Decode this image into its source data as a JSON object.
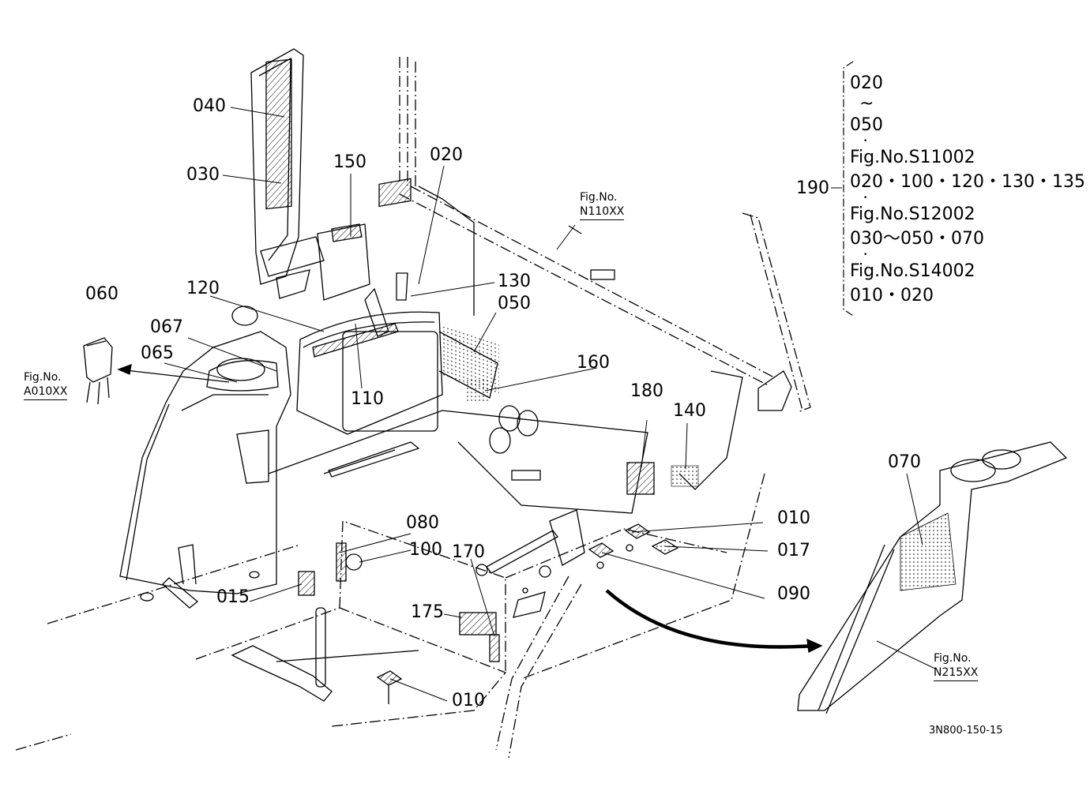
{
  "labels": {
    "p040": "040",
    "p030": "030",
    "p150": "150",
    "p020a": "020",
    "p060": "060",
    "p120": "120",
    "p130": "130",
    "p050": "050",
    "p067": "067",
    "p065": "065",
    "p110": "110",
    "p160": "160",
    "p180": "180",
    "p140": "140",
    "p070": "070",
    "p080": "080",
    "p100": "100",
    "p010a": "010",
    "p017": "017",
    "p015": "015",
    "p170": "170",
    "p090": "090",
    "p175": "175",
    "p010b": "010"
  },
  "fig_refs": {
    "top": {
      "line1": "Fig.No.",
      "line2": "N110XX"
    },
    "left": {
      "line1": "Fig.No.",
      "line2": "A010XX"
    },
    "right": {
      "line1": "Fig.No.",
      "line2": "N215XX"
    }
  },
  "legend": {
    "key": "190",
    "rows": [
      "020",
      "~",
      "050",
      "Fig.No.S11002",
      "020・100・120・130・135",
      "Fig.No.S12002",
      "030～050・070",
      "Fig.No.S14002",
      "010・020"
    ]
  },
  "drawing_number": "3N800-150-15"
}
